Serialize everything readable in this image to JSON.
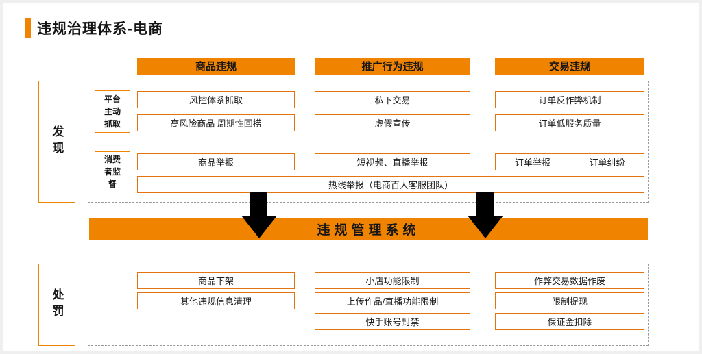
{
  "title": "违规治理体系-电商",
  "colors": {
    "orange": "#F08300",
    "arrow_black": "#000000"
  },
  "headers": [
    "商品违规",
    "推广行为违规",
    "交易违规"
  ],
  "stages": {
    "discovery": "发现",
    "punishment": "处罚"
  },
  "discovery": {
    "platform_label": "平台主动抓取",
    "consumer_label": "消费者监督",
    "platform": {
      "col1": [
        "风控体系抓取",
        "高风险商品 周期性回捞"
      ],
      "col2": [
        "私下交易",
        "虚假宣传"
      ],
      "col3": [
        "订单反作弊机制",
        "订单低服务质量"
      ]
    },
    "consumer": {
      "col1": [
        "商品举报"
      ],
      "col2": [
        "短视频、直播举报"
      ],
      "col3": [
        "订单举报",
        "订单纠纷"
      ]
    },
    "hotline": "热线举报（电商百人客服团队）"
  },
  "banner": "违规管理系统",
  "punishment": {
    "col1": [
      "商品下架",
      "其他违规信息清理"
    ],
    "col2": [
      "小店功能限制",
      "上传作品/直播功能限制",
      "快手账号封禁"
    ],
    "col3": [
      "作弊交易数据作废",
      "限制提现",
      "保证金扣除"
    ]
  }
}
